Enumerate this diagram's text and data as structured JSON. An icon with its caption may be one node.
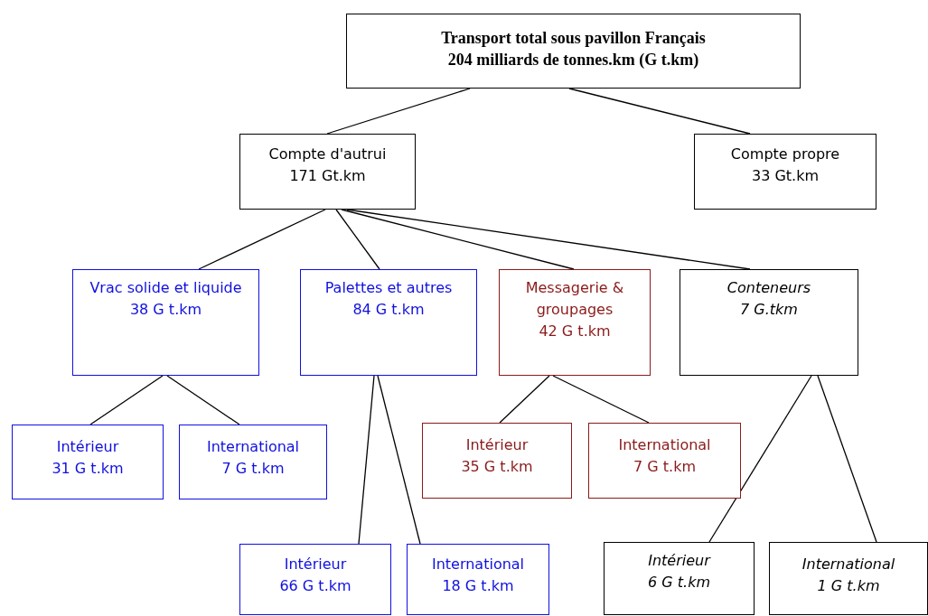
{
  "diagram": {
    "nodes": [
      {
        "text": [
          "Transport total sous pavillon Français",
          "204 milliards de tonnes.km (G t.km)"
        ]
      },
      {
        "text": [
          "Compte d'autrui",
          "171 Gt.km"
        ]
      },
      {
        "text": [
          "Compte propre",
          "33 Gt.km"
        ]
      },
      {
        "text": [
          "Vrac solide et liquide",
          "38 G t.km"
        ]
      },
      {
        "text": [
          "Palettes et autres",
          "84 G t.km"
        ]
      },
      {
        "text": [
          "Messagerie & groupages",
          "42 G t.km"
        ]
      },
      {
        "text": [
          "Conteneurs",
          "7 G.tkm"
        ]
      },
      {
        "text": [
          "Intérieur",
          "31 G t.km"
        ]
      },
      {
        "text": [
          "International",
          "7 G t.km"
        ]
      },
      {
        "text": [
          "Intérieur",
          "35 G t.km"
        ]
      },
      {
        "text": [
          "International",
          "7 G t.km"
        ]
      },
      {
        "text": [
          "Intérieur",
          "66 G t.km"
        ]
      },
      {
        "text": [
          "International",
          "18 G t.km"
        ]
      },
      {
        "text": [
          "Intérieur",
          "6 G t.km"
        ]
      },
      {
        "text": [
          "International",
          "1 G t.km"
        ]
      }
    ],
    "edges": [
      {
        "from": 0,
        "to": 1,
        "arrow": "none"
      },
      {
        "from": 0,
        "to": 2,
        "arrow": "none"
      },
      {
        "from": 1,
        "to": 3,
        "arrow": "none"
      },
      {
        "from": 1,
        "to": 4,
        "arrow": "none"
      },
      {
        "from": 1,
        "to": 5,
        "arrow": "none"
      },
      {
        "from": 1,
        "to": 6,
        "arrow": "none"
      },
      {
        "from": 3,
        "to": 7,
        "arrow": "none"
      },
      {
        "from": 3,
        "to": 8,
        "arrow": "none"
      },
      {
        "from": 4,
        "to": 11,
        "arrow": "none"
      },
      {
        "from": 4,
        "to": 12,
        "arrow": "none"
      },
      {
        "from": 5,
        "to": 9,
        "arrow": "none"
      },
      {
        "from": 5,
        "to": 10,
        "arrow": "none"
      },
      {
        "from": 6,
        "to": 13,
        "arrow": "none"
      },
      {
        "from": 6,
        "to": 14,
        "arrow": "none"
      }
    ]
  }
}
